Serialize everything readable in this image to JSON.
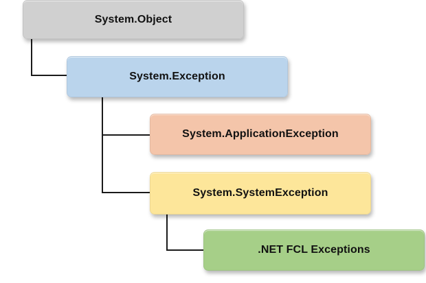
{
  "nodes": {
    "object": {
      "label": "System.Object",
      "color": "#d0d0d0"
    },
    "exception": {
      "label": "System.Exception",
      "color": "#bad4ec"
    },
    "application_exception": {
      "label": "System.ApplicationException",
      "color": "#f4c5aa"
    },
    "system_exception": {
      "label": "System.SystemException",
      "color": "#fde69a"
    },
    "fcl_exceptions": {
      "label": ".NET FCL Exceptions",
      "color": "#a6cf88"
    }
  },
  "connector_color": "#1a1a1a"
}
